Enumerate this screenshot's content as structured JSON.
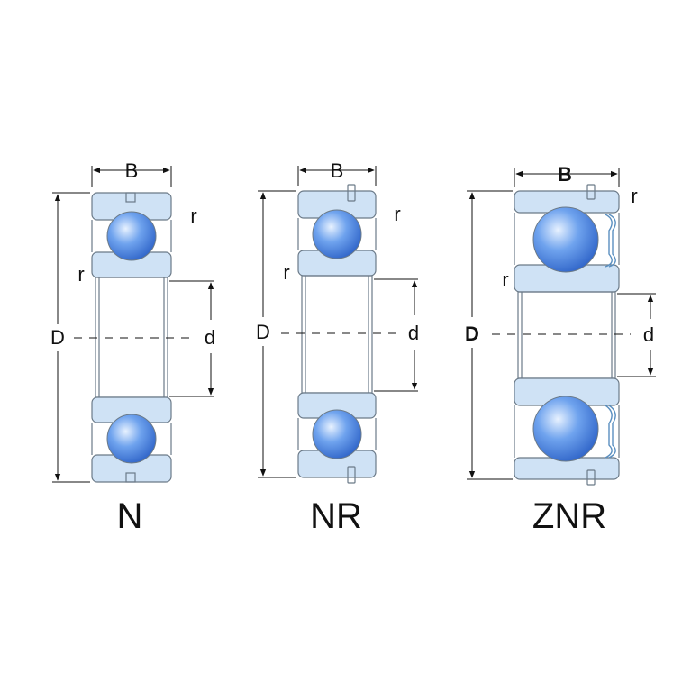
{
  "colors": {
    "ring_fill": "#cfe2f5",
    "ball_highlight": "#e8f2ff",
    "ball_mid": "#6fa3ee",
    "ball_dark": "#2f64c8",
    "outline": "#6b7a88"
  },
  "bearings": [
    {
      "title": "N",
      "labels": {
        "width": "B",
        "outer": "D",
        "bore": "d",
        "radius_top": "r",
        "radius_side": "r"
      },
      "bold_labels": false
    },
    {
      "title": "NR",
      "labels": {
        "width": "B",
        "outer": "D",
        "bore": "d",
        "radius_top": "r",
        "radius_side": "r"
      },
      "bold_labels": false
    },
    {
      "title": "ZNR",
      "labels": {
        "width": "B",
        "outer": "D",
        "bore": "d",
        "radius_top": "r",
        "radius_side": "r"
      },
      "bold_labels": true
    }
  ]
}
